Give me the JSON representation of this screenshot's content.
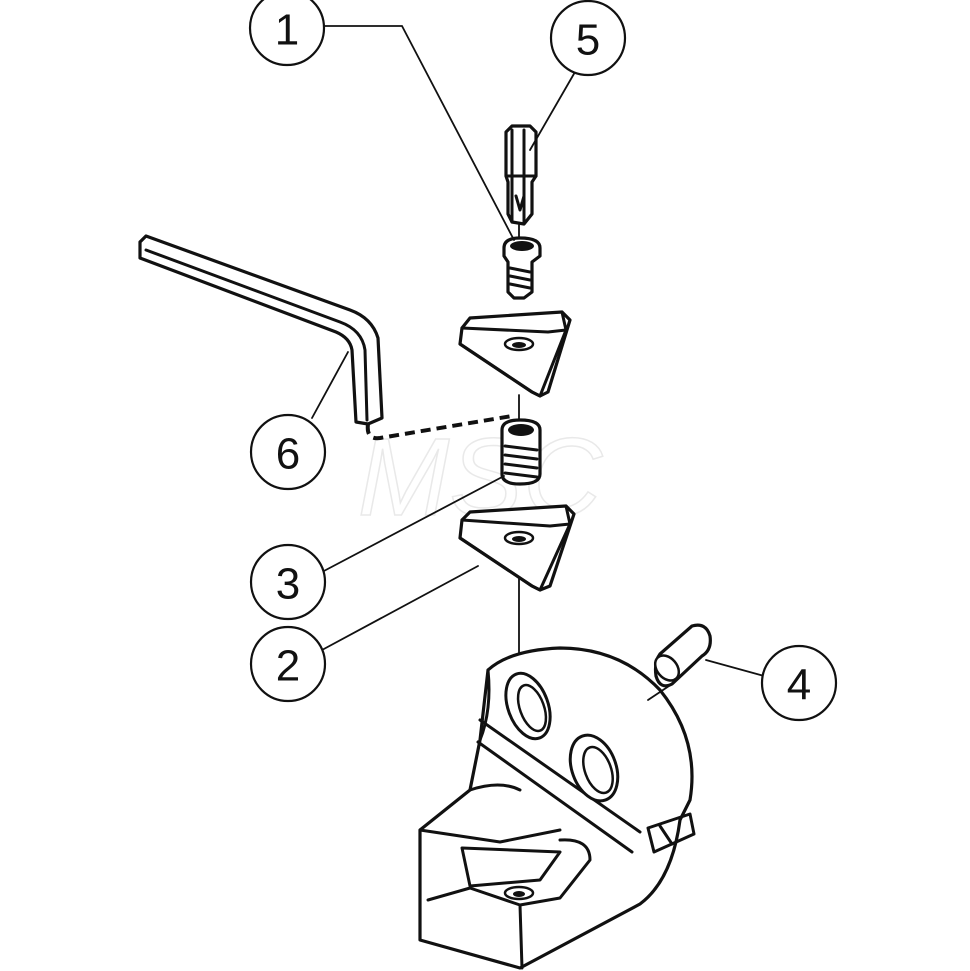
{
  "watermark": "MSC",
  "callouts": [
    {
      "id": "1",
      "label": "1"
    },
    {
      "id": "2",
      "label": "2"
    },
    {
      "id": "3",
      "label": "3"
    },
    {
      "id": "4",
      "label": "4"
    },
    {
      "id": "5",
      "label": "5"
    },
    {
      "id": "6",
      "label": "6"
    }
  ],
  "parts": [
    "insert-screw",
    "insert",
    "shim-screw",
    "shim",
    "pin",
    "torx-key",
    "hex-key",
    "tool-holder"
  ]
}
